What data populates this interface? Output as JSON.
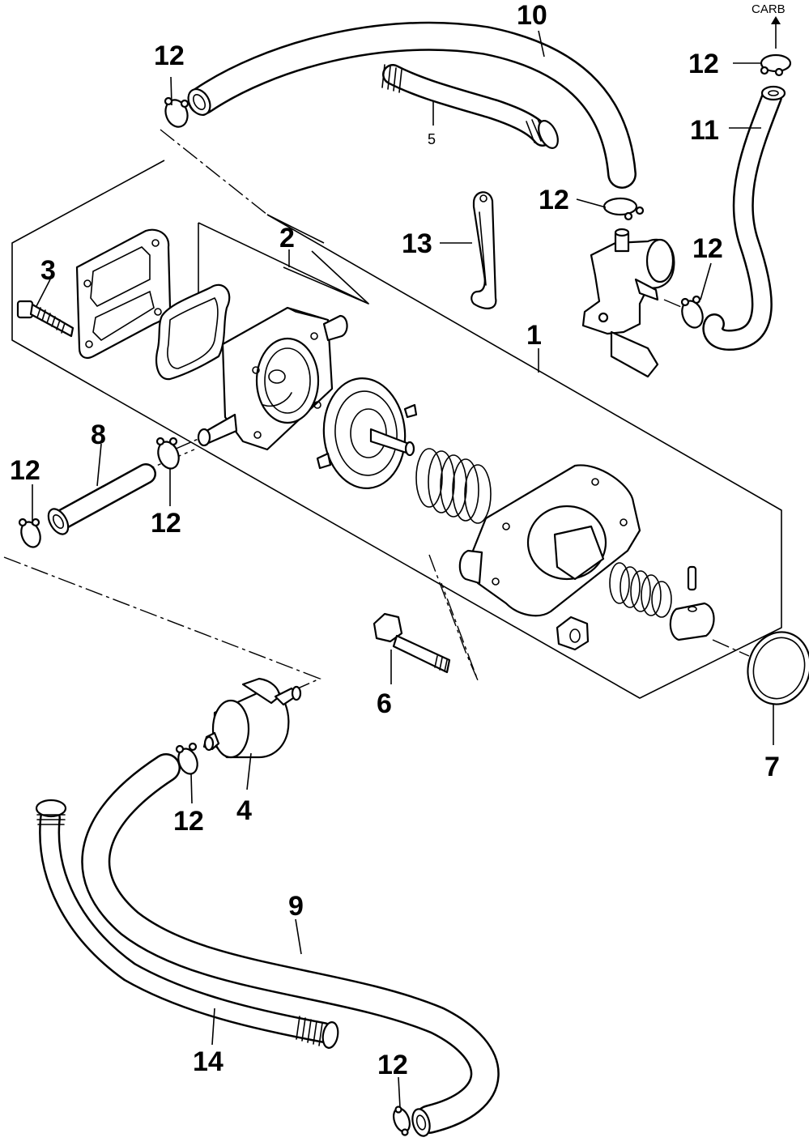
{
  "diagram": {
    "note_carb": "CARB",
    "callouts": {
      "p1": "1",
      "p2": "2",
      "p3": "3",
      "p4": "4",
      "p5": "5",
      "p6": "6",
      "p7": "7",
      "p8": "8",
      "p9": "9",
      "p10": "10",
      "p11": "11",
      "p12": "12",
      "p13": "13",
      "p14": "14"
    }
  }
}
